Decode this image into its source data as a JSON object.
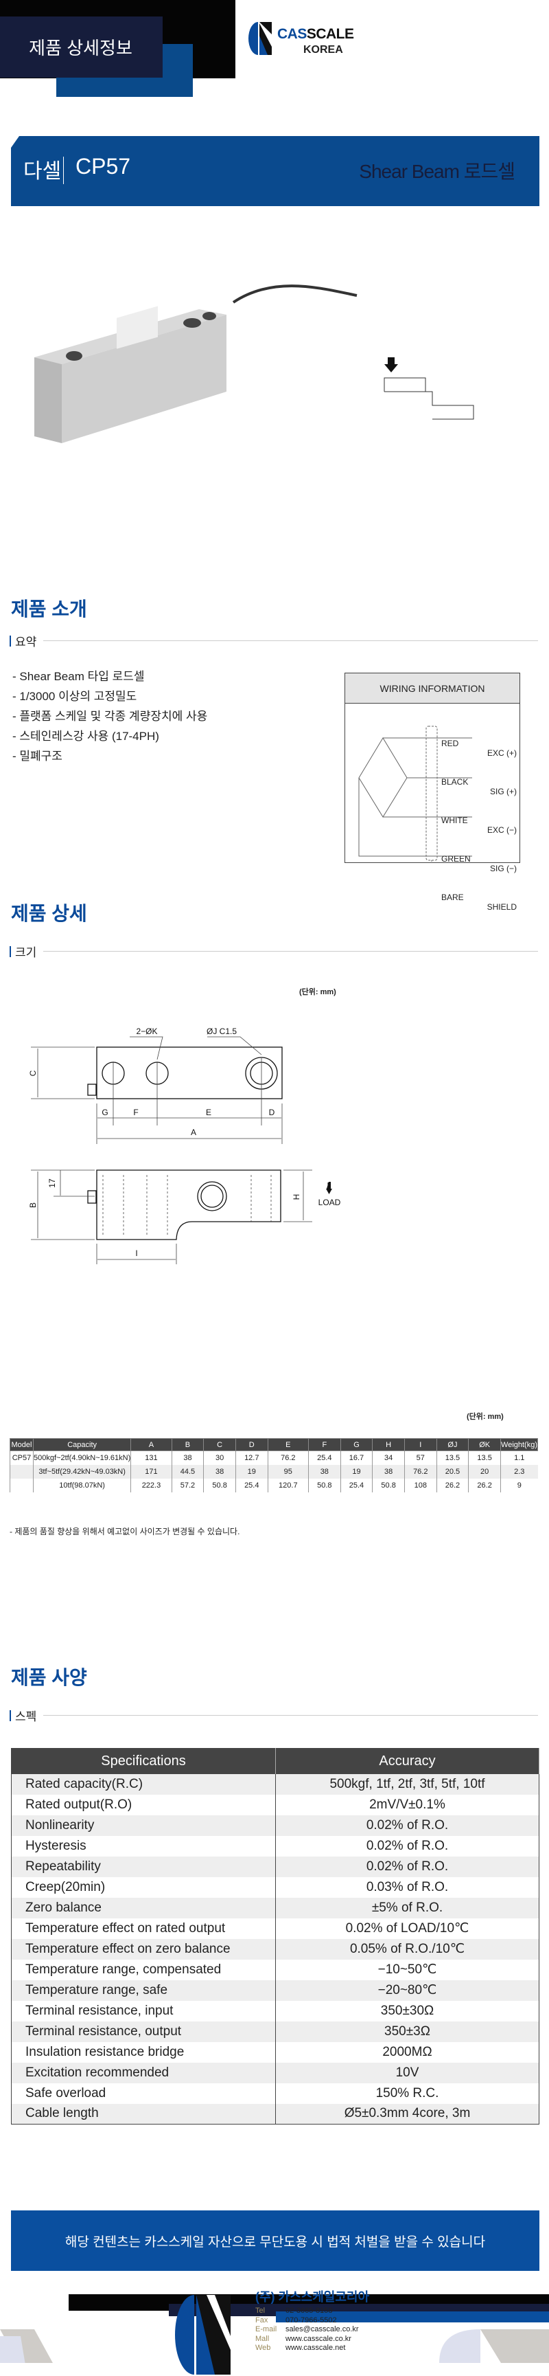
{
  "header": {
    "banner_title": "제품 상세정보",
    "brand_name_cas": "CAS",
    "brand_name_scale": "SCALE",
    "brand_sub": "KOREA"
  },
  "product": {
    "category": "다셀",
    "model": "CP57",
    "type": "Shear Beam 로드셀"
  },
  "intro": {
    "title": "제품 소개",
    "subtitle": "요약",
    "bullets": [
      "- Shear Beam 타입 로드셀",
      "- 1/3000 이상의 고정밀도",
      "- 플랫폼 스케일 및 각종 계량장치에 사용",
      "- 스테인레스강 사용 (17-4PH)",
      "- 밀폐구조"
    ],
    "wiring": {
      "title": "WIRING INFORMATION",
      "wires": [
        {
          "color": "RED",
          "signal": "EXC (+)"
        },
        {
          "color": "BLACK",
          "signal": "SIG (+)"
        },
        {
          "color": "WHITE",
          "signal": "EXC (−)"
        },
        {
          "color": "GREEN",
          "signal": "SIG (−)"
        },
        {
          "color": "BARE",
          "signal": "SHIELD"
        }
      ]
    }
  },
  "detail": {
    "title": "제품 상세",
    "subtitle": "크기",
    "unit": "(단위: mm)",
    "drawing_labels": {
      "k": "2−ØK",
      "j": "ØJ C1.5",
      "a": "A",
      "b": "B",
      "c": "C",
      "d": "D",
      "e": "E",
      "f": "F",
      "g": "G",
      "h": "H",
      "i": "I",
      "n17": "17",
      "load": "LOAD"
    },
    "table": {
      "headers": [
        "Model",
        "Capacity",
        "A",
        "B",
        "C",
        "D",
        "E",
        "F",
        "G",
        "H",
        "I",
        "ØJ",
        "ØK",
        "Weight(kg)"
      ],
      "rows": [
        [
          "CP57",
          "500kgf~2tf(4.90kN~19.61kN)",
          "131",
          "38",
          "30",
          "12.7",
          "76.2",
          "25.4",
          "16.7",
          "34",
          "57",
          "13.5",
          "13.5",
          "1.1"
        ],
        [
          "",
          "3tf~5tf(29.42kN~49.03kN)",
          "171",
          "44.5",
          "38",
          "19",
          "95",
          "38",
          "19",
          "38",
          "76.2",
          "20.5",
          "20",
          "2.3"
        ],
        [
          "",
          "10tf(98.07kN)",
          "222.3",
          "57.2",
          "50.8",
          "25.4",
          "120.7",
          "50.8",
          "25.4",
          "50.8",
          "108",
          "26.2",
          "26.2",
          "9"
        ]
      ]
    },
    "note": "- 제품의 품질 향상을 위해서 예고없이 사이즈가 변경될 수 있습니다."
  },
  "spec": {
    "title": "제품 사양",
    "subtitle": "스펙",
    "headers": [
      "Specifications",
      "Accuracy"
    ],
    "rows": [
      [
        "Rated capacity(R.C)",
        "500kgf, 1tf, 2tf, 3tf, 5tf, 10tf"
      ],
      [
        "Rated output(R.O)",
        "2mV/V±0.1%"
      ],
      [
        "Nonlinearity",
        "0.02% of R.O."
      ],
      [
        "Hysteresis",
        "0.02% of R.O."
      ],
      [
        "Repeatability",
        "0.02% of R.O."
      ],
      [
        "Creep(20min)",
        "0.03% of R.O."
      ],
      [
        "Zero balance",
        "±5% of R.O."
      ],
      [
        "Temperature effect on rated output",
        "0.02% of LOAD/10℃"
      ],
      [
        "Temperature effect on zero balance",
        "0.05% of R.O./10℃"
      ],
      [
        "Temperature range, compensated",
        "−10~50℃"
      ],
      [
        "Temperature range, safe",
        "−20~80℃"
      ],
      [
        "Terminal resistance, input",
        "350±30Ω"
      ],
      [
        "Terminal resistance, output",
        "350±3Ω"
      ],
      [
        "Insulation resistance bridge",
        "2000MΩ"
      ],
      [
        "Excitation recommended",
        "10V"
      ],
      [
        "Safe overload",
        "150% R.C."
      ],
      [
        "Cable length",
        "Ø5±0.3mm 4core, 3m"
      ]
    ]
  },
  "footer": {
    "notice": "해당 컨텐츠는 카스스케일 자산으로 무단도용 시 법적 처벌을 받을 수 있습니다",
    "company": "(주) 카스스케일코리아",
    "contacts": [
      {
        "k": "Tel",
        "v": "02-3665-8158"
      },
      {
        "k": "Fax",
        "v": "070-7966-5502"
      },
      {
        "k": "E-mail",
        "v": "sales@casscale.co.kr"
      },
      {
        "k": "Mall",
        "v": "www.casscale.co.kr"
      },
      {
        "k": "Web",
        "v": "www.casscale.net"
      }
    ]
  },
  "colors": {
    "navy": "#161d3c",
    "blue": "#0a4a9a",
    "dark": "#444444"
  }
}
